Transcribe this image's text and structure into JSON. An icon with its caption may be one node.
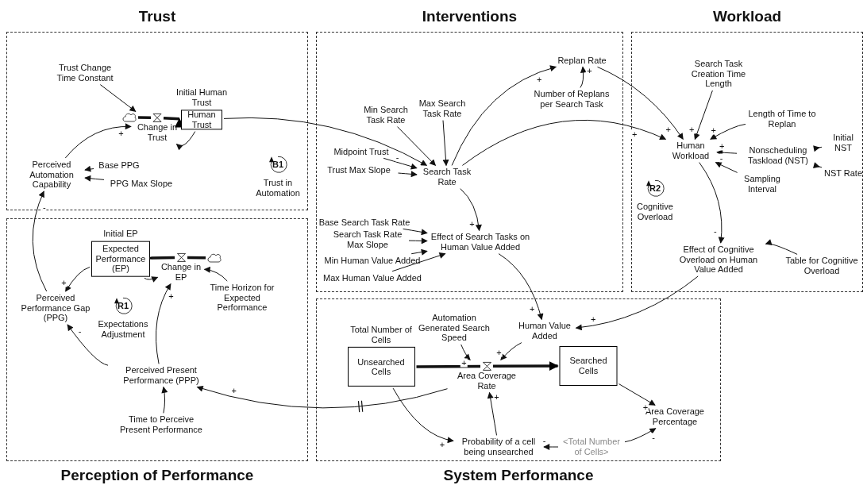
{
  "diagram": {
    "nodes": [
      {
        "text": [
          "Trust"
        ]
      },
      {
        "text": [
          "Trust Change Time Constant"
        ],
        "in": 0
      },
      {
        "text": [],
        "shape": "cloud",
        "in": 0
      },
      {
        "text": [
          "Change in Trust"
        ],
        "in": 0
      },
      {
        "text": [
          "Initial Human Trust",
          "Human Trust"
        ],
        "in": 0
      },
      {
        "text": [
          "Perceived Automation Capability"
        ],
        "in": 0
      },
      {
        "text": [
          "Base PPG"
        ],
        "in": 0
      },
      {
        "text": [
          "PPG Max Slope"
        ],
        "in": 0
      },
      {
        "text": [
          "B1",
          "Trust in Automation"
        ],
        "in": 0
      },
      {
        "text": [
          "Interventions"
        ]
      },
      {
        "text": [
          "Replan Rate"
        ],
        "in": 9
      },
      {
        "text": [
          "Number of Replans per Search Task"
        ],
        "in": 9
      },
      {
        "text": [
          "Min Search Task Rate"
        ],
        "in": 9
      },
      {
        "text": [
          "Max Search Task Rate"
        ],
        "in": 9
      },
      {
        "text": [
          "Midpoint Trust"
        ],
        "in": 9
      },
      {
        "text": [
          "Trust Max Slope"
        ],
        "in": 9
      },
      {
        "text": [
          "Search Task Rate"
        ],
        "in": 9
      },
      {
        "text": [
          "Base Search Task Rate"
        ],
        "in": 9
      },
      {
        "text": [
          "Search Task Rate Max Slope"
        ],
        "in": 9
      },
      {
        "text": [
          "Effect of Search Tasks on Human Value Added"
        ],
        "in": 9
      },
      {
        "text": [
          "Min Human Value Added"
        ],
        "in": 9
      },
      {
        "text": [
          "Max Human Value Added"
        ],
        "in": 9
      },
      {
        "text": [
          "Workload"
        ]
      },
      {
        "text": [
          "Search Task Creation Time Length"
        ],
        "in": 22
      },
      {
        "text": [
          "Length of Time to Replan"
        ],
        "in": 22
      },
      {
        "text": [
          "Human Workload"
        ],
        "in": 22
      },
      {
        "text": [
          "Initial NST"
        ],
        "in": 22
      },
      {
        "text": [
          "Nonscheduling Taskload (NST)"
        ],
        "in": 22
      },
      {
        "text": [
          "NST Rate"
        ],
        "in": 22
      },
      {
        "text": [
          "Sampling Interval"
        ],
        "in": 22
      },
      {
        "text": [
          "R2",
          "Cognitive Overload"
        ],
        "in": 22
      },
      {
        "text": [
          "Effect of Cognitive Overload on Human Value Added"
        ],
        "in": 22
      },
      {
        "text": [
          "Table for Cognitive Overload"
        ],
        "in": 22
      },
      {
        "text": [
          "Perception of Performance"
        ]
      },
      {
        "text": [
          "Initial EP",
          "Expected Performance (EP)"
        ],
        "in": 33
      },
      {
        "text": [
          "Change in EP"
        ],
        "in": 33
      },
      {
        "text": [],
        "shape": "cloud",
        "in": 33
      },
      {
        "text": [
          "Time Horizon for Expected Performance"
        ],
        "in": 33
      },
      {
        "text": [
          "Perceived Performance Gap (PPG)"
        ],
        "in": 33
      },
      {
        "text": [
          "R1",
          "Expectations Adjustment"
        ],
        "in": 33
      },
      {
        "text": [
          "Perceived Present Performance (PPP)"
        ],
        "in": 33
      },
      {
        "text": [
          "Time to Perceive Present Performance"
        ],
        "in": 33
      },
      {
        "text": [
          "System Performance"
        ]
      },
      {
        "text": [
          "Automation Generated Search Speed"
        ],
        "in": 42
      },
      {
        "text": [
          "Human Value Added"
        ],
        "in": 42
      },
      {
        "text": [
          "Total Number of Cells",
          "Unsearched Cells"
        ],
        "in": 42
      },
      {
        "text": [
          "Area Coverage Rate"
        ],
        "in": 42
      },
      {
        "text": [
          "Searched Cells"
        ],
        "in": 42
      },
      {
        "text": [
          "Area Coverage Percentage"
        ],
        "in": 42
      },
      {
        "text": [
          "Probability of a cell being unsearched"
        ],
        "in": 42
      },
      {
        "text": [
          "<Total Number of Cells>"
        ],
        "in": 42
      }
    ],
    "edges": [
      {
        "from": 1,
        "to": 3,
        "arrow": "to"
      },
      {
        "from": 2,
        "to": 3,
        "arrow": "none",
        "style": "thick"
      },
      {
        "from": 3,
        "to": 4,
        "arrow": "to",
        "style": "thick"
      },
      {
        "from": 4,
        "to": 3,
        "arrow": "to"
      },
      {
        "from": 5,
        "to": 3,
        "arrow": "to",
        "label": "+"
      },
      {
        "from": 6,
        "to": 5,
        "arrow": "to"
      },
      {
        "from": 7,
        "to": 5,
        "arrow": "to"
      },
      {
        "from": 38,
        "to": 5,
        "arrow": "to",
        "label": "-"
      },
      {
        "from": 4,
        "to": 16,
        "arrow": "to",
        "label": "-"
      },
      {
        "from": 12,
        "to": 16,
        "arrow": "to"
      },
      {
        "from": 13,
        "to": 16,
        "arrow": "to"
      },
      {
        "from": 14,
        "to": 16,
        "arrow": "to"
      },
      {
        "from": 15,
        "to": 16,
        "arrow": "to"
      },
      {
        "from": 16,
        "to": 10,
        "arrow": "to",
        "label": "+"
      },
      {
        "from": 11,
        "to": 10,
        "arrow": "to",
        "label": "+"
      },
      {
        "from": 10,
        "to": 25,
        "arrow": "to",
        "label": "+"
      },
      {
        "from": 16,
        "to": 25,
        "arrow": "to",
        "label": "+"
      },
      {
        "from": 23,
        "to": 25,
        "arrow": "to",
        "label": "+"
      },
      {
        "from": 24,
        "to": 25,
        "arrow": "to",
        "label": "+"
      },
      {
        "from": 27,
        "to": 25,
        "arrow": "to",
        "label": "+"
      },
      {
        "from": 29,
        "to": 25,
        "arrow": "to",
        "label": "-"
      },
      {
        "from": 26,
        "to": 27,
        "arrow": "to"
      },
      {
        "from": 28,
        "to": 27,
        "arrow": "to"
      },
      {
        "from": 25,
        "to": 31,
        "arrow": "to",
        "label": "-"
      },
      {
        "from": 32,
        "to": 31,
        "arrow": "to"
      },
      {
        "from": 16,
        "to": 19,
        "arrow": "to",
        "label": "+"
      },
      {
        "from": 17,
        "to": 19,
        "arrow": "to"
      },
      {
        "from": 18,
        "to": 19,
        "arrow": "to"
      },
      {
        "from": 20,
        "to": 19,
        "arrow": "to"
      },
      {
        "from": 21,
        "to": 19,
        "arrow": "to"
      },
      {
        "from": 19,
        "to": 44,
        "arrow": "to",
        "label": "+"
      },
      {
        "from": 31,
        "to": 44,
        "arrow": "to",
        "label": "+"
      },
      {
        "from": 43,
        "to": 46,
        "arrow": "to",
        "label": "+"
      },
      {
        "from": 44,
        "to": 46,
        "arrow": "to",
        "label": "+"
      },
      {
        "from": 45,
        "to": 46,
        "arrow": "none",
        "style": "thick"
      },
      {
        "from": 46,
        "to": 47,
        "arrow": "to",
        "style": "thick"
      },
      {
        "from": 47,
        "to": 48,
        "arrow": "to",
        "label": "+"
      },
      {
        "from": 49,
        "to": 46,
        "arrow": "to",
        "label": "+"
      },
      {
        "from": 45,
        "to": 49,
        "arrow": "to",
        "label": "+"
      },
      {
        "from": 50,
        "to": 49,
        "arrow": "to",
        "label": "-"
      },
      {
        "from": 50,
        "to": 48,
        "arrow": "to",
        "label": "-"
      },
      {
        "from": 46,
        "to": 40,
        "arrow": "to",
        "label": "+"
      },
      {
        "from": 41,
        "to": 40,
        "arrow": "to"
      },
      {
        "from": 40,
        "to": 35,
        "arrow": "to",
        "label": "+"
      },
      {
        "from": 40,
        "to": 38,
        "arrow": "to",
        "label": "-"
      },
      {
        "from": 34,
        "to": 38,
        "arrow": "to",
        "label": "+"
      },
      {
        "from": 34,
        "to": 35,
        "arrow": "to"
      },
      {
        "from": 37,
        "to": 35,
        "arrow": "to"
      },
      {
        "from": 36,
        "to": 35,
        "arrow": "none",
        "style": "thick"
      },
      {
        "from": 35,
        "to": 34,
        "arrow": "to",
        "style": "thick"
      }
    ]
  }
}
